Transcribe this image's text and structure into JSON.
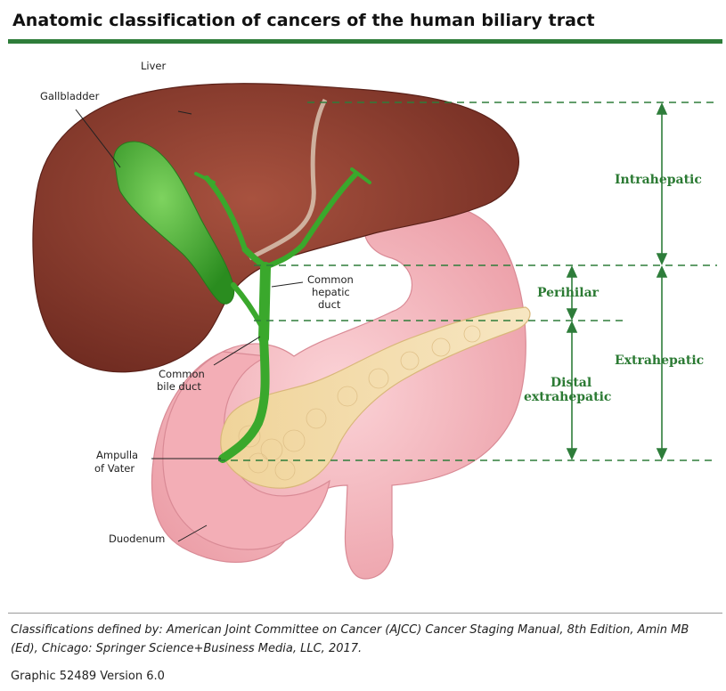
{
  "header": {
    "title": "Anatomic classification of cancers of the human biliary tract"
  },
  "labels": {
    "liver": "Liver",
    "gallbladder": "Gallbladder",
    "common_hepatic_duct_1": "Common",
    "common_hepatic_duct_2": "hepatic",
    "common_hepatic_duct_3": "duct",
    "common_bile_duct_1": "Common",
    "common_bile_duct_2": "bile duct",
    "ampulla_1": "Ampulla",
    "ampulla_2": "of Vater",
    "duodenum": "Duodenum"
  },
  "zones": {
    "intrahepatic": "Intrahepatic",
    "perihilar": "Perihilar",
    "distal_1": "Distal",
    "distal_2": "extrahepatic",
    "extrahepatic": "Extrahepatic"
  },
  "colors": {
    "accent": "#2e7d3a",
    "liver": "#8b3a2e",
    "gallbladder": "#3fb02e",
    "pancreas": "#f2d9a6",
    "duodenum": "#f4b8bf"
  },
  "footer": {
    "note": "Classifications defined by: American Joint Committee on Cancer (AJCC) Cancer Staging Manual, 8th Edition, Amin MB (Ed), Chicago: Springer Science+Business Media, LLC, 2017.",
    "version": "Graphic 52489 Version 6.0"
  }
}
